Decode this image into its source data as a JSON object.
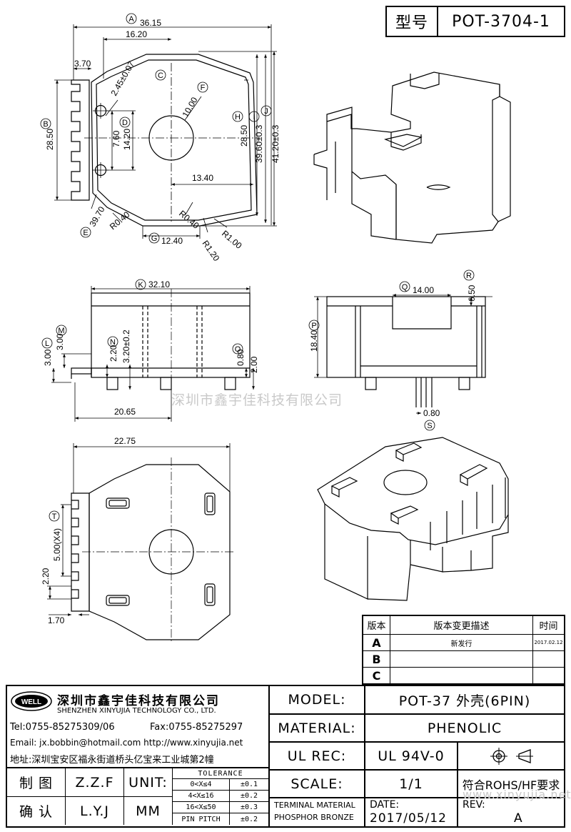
{
  "title_block": {
    "label_type": "型号",
    "part_number": "POT-3704-1"
  },
  "watermark": "深圳市鑫宇佳科技有限公司",
  "watermark_url": "www.xinyujia.net",
  "revision_table": {
    "headers": [
      "版本",
      "版本变更描述",
      "时间"
    ],
    "rows": [
      {
        "rev": "A",
        "desc": "新发行",
        "date": "2017.02.12"
      },
      {
        "rev": "B",
        "desc": "",
        "date": ""
      },
      {
        "rev": "C",
        "desc": "",
        "date": ""
      }
    ]
  },
  "company": {
    "logo_text": "WELL",
    "name_cn": "深圳市鑫宇佳科技有限公司",
    "name_en": "SHENZHEN XINYUJIA TECHNOLOGY CO., LTD.",
    "tel": "Tel:0755-85275309/06",
    "fax": "Fax:0755-85275297",
    "email": "Email: jx.bobbin@hotmail.com http://www.xinyujia.net",
    "address": "地址:深圳宝安区福永街道桥头亿宝来工业城第2幢"
  },
  "spec": {
    "model_label": "MODEL:",
    "model_value": "POT-37 外壳(6PIN)",
    "material_label": "MATERIAL:",
    "material_value": "PHENOLIC",
    "ulrec_label": "UL REC:",
    "ulrec_value": "UL 94V-0",
    "scale_label": "SCALE:",
    "scale_value": "1/1",
    "rohs": "符合ROHS/HF要求",
    "terminal_label_1": "TERMINAL MATERIAL",
    "terminal_label_2": "PHOSPHOR BRONZE",
    "date_label": "DATE:",
    "date_value": "2017/05/12",
    "rev_label": "REV:",
    "rev_value": "A"
  },
  "signoff": {
    "draw_label": "制 图",
    "draw_value": "Z.Z.F",
    "check_label": "确 认",
    "check_value": "L.Y.J",
    "unit_label": "UNIT:",
    "unit_value": "MM",
    "tolerance_title": "TOLERANCE",
    "tolerances": [
      {
        "range": "0<X≤4",
        "value": "±0.1"
      },
      {
        "range": "4<X≤16",
        "value": "±0.2"
      },
      {
        "range": "16<X≤50",
        "value": "±0.3"
      },
      {
        "range": "PIN PITCH",
        "value": "±0.2"
      }
    ]
  },
  "dims_top": {
    "A": "A",
    "A_val": "36.15",
    "w1": "16.20",
    "w2": "3.70",
    "C": "C",
    "C_val": "2.45±0.07",
    "F": "F",
    "F_val": "10.00",
    "B": "B",
    "B_val": "28.50",
    "D": "D",
    "D_val1": "7.60",
    "D_val2": "14.20",
    "H": "H",
    "H_val": "28.50",
    "I": "I",
    "I_val": "39.60±0.3",
    "J": "J",
    "J_val": "41.20±0.3",
    "w3": "13.40",
    "E": "E",
    "E_val": "39.70",
    "r1": "R0.40",
    "r2": "R0.40",
    "r3": "R1.20",
    "r4": "R1.00",
    "G": "G",
    "G_val": "12.40"
  },
  "dims_front": {
    "K": "K",
    "K_val": "32.10",
    "L": "L",
    "L_val": "3.00",
    "M": "M",
    "M_val": "3.00",
    "N": "N",
    "N_val1": "2.20",
    "N_val2": "3.20±0.2",
    "O": "O",
    "O_val1": "0.80",
    "O_val2": "2.00",
    "w": "20.65"
  },
  "dims_side": {
    "Q": "Q",
    "Q_val": "14.00",
    "R": "R",
    "R_val": "6.50",
    "P": "P",
    "P_val": "18.40",
    "S": "S",
    "S_val": "0.80"
  },
  "dims_bottom": {
    "w": "22.75",
    "T": "T",
    "T_val": "5.00(X4)",
    "h1": "2.20",
    "h2": "1.70"
  }
}
